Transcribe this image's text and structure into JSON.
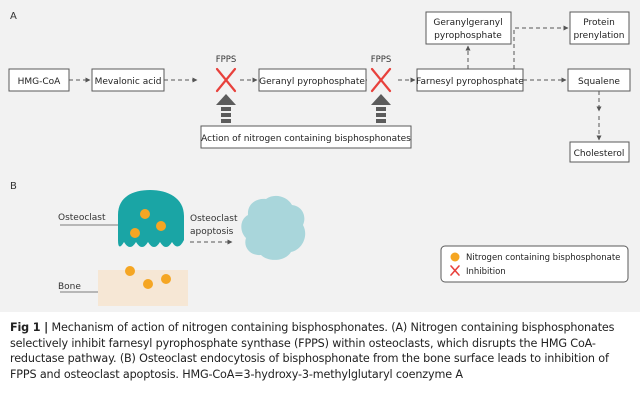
{
  "panel_a": {
    "label": "A",
    "hmg_coa": "HMG-CoA",
    "mevalonic_acid": "Mevalonic acid",
    "fpps_1": "FPPS",
    "geranyl_pp": "Geranyl pyrophosphate",
    "fpps_2": "FPPS",
    "farnesyl_pp": "Farnesyl pyrophosphate",
    "geranylgeranyl_pp": [
      "Geranylgeranyl",
      "pyrophosphate"
    ],
    "protein_prenylation": [
      "Protein",
      "prenylation"
    ],
    "squalene": "Squalene",
    "cholesterol": "Cholesterol",
    "action_box": "Action of nitrogen containing bisphosphonates"
  },
  "panel_b": {
    "label": "B",
    "osteoclast": "Osteoclast",
    "osteoclast_apoptosis": [
      "Osteoclast",
      "apoptosis"
    ],
    "bone": "Bone",
    "legend": {
      "nbp": "Nitrogen containing bisphosphonate",
      "inhibition": "Inhibition"
    }
  },
  "caption": {
    "fig_id": "Fig 1 |",
    "text": " Mechanism of action of nitrogen containing bisphosphonates. (A) Nitrogen containing bisphosphonates selectively inhibit farnesyl pyrophosphate synthase (FPPS) within osteoclasts, which disrupts the HMG CoA-reductase pathway. (B) Osteoclast endocytosis of bisphosphonate from the bone surface leads to inhibition of FPPS and osteoclast apoptosis. HMG-CoA=3-hydroxy-3-methylglutaryl coenzyme A"
  },
  "colors": {
    "panel_background": "#f2f2f2",
    "box_border": "#5a5a5a",
    "arrow": "#555555",
    "inhibition_x": "#e8413c",
    "up_arrow": "#5c5c5c",
    "osteoclast": "#1aa5a5",
    "apoptotic_cell": "#a9d6db",
    "bisphosphonate": "#f5a623",
    "bone": "#f6e7d5"
  }
}
